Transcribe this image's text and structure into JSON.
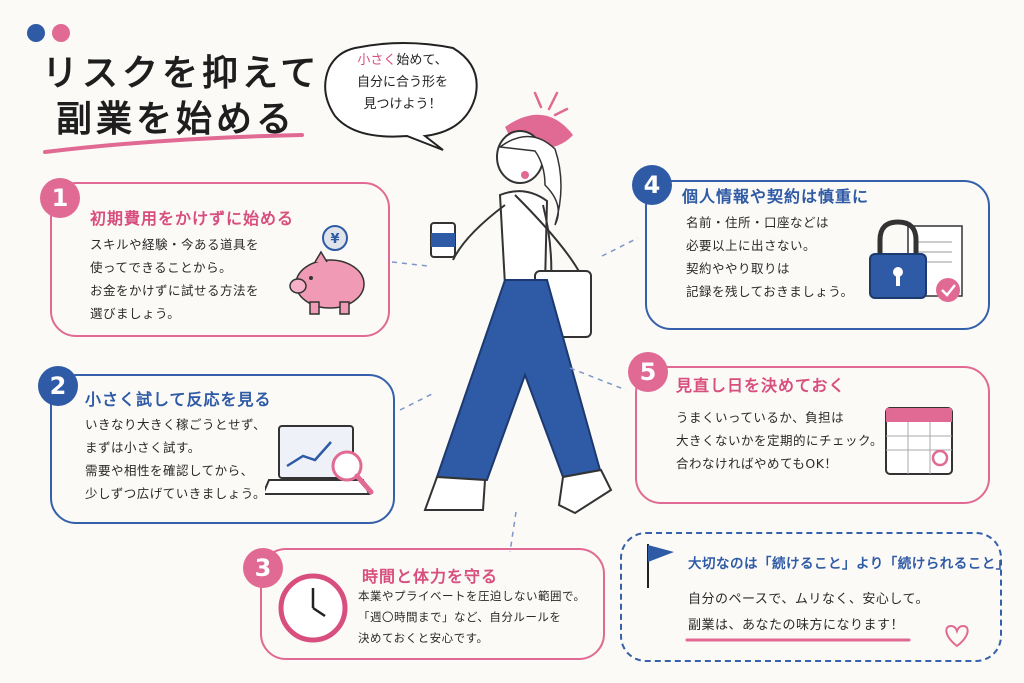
{
  "title": {
    "line1": "リスクを抑えて",
    "line2": "副業を始める"
  },
  "bubble": {
    "accent": "小さく",
    "rest1": "始めて、",
    "line2": "自分に合う形を",
    "line3": "見つけよう！"
  },
  "cards": [
    {
      "number": "1",
      "heading": "初期費用をかけずに始める",
      "lines": [
        "スキルや経験・今ある道具を",
        "使ってできることから。",
        "お金をかけずに試せる方法を",
        "選びましょう。"
      ]
    },
    {
      "number": "2",
      "heading": "小さく試して反応を見る",
      "lines": [
        "いきなり大きく稼ごうとせず、",
        "まずは小さく試す。",
        "需要や相性を確認してから、",
        "少しずつ広げていきましょう。"
      ]
    },
    {
      "number": "3",
      "heading": "時間と体力を守る",
      "lines": [
        "本業やプライベートを圧迫しない範囲で。",
        "「週〇時間まで」など、自分ルールを",
        "決めておくと安心です。"
      ]
    },
    {
      "number": "4",
      "heading": "個人情報や契約は慎重に",
      "lines": [
        "名前・住所・口座などは",
        "必要以上に出さない。",
        "契約ややり取りは",
        "記録を残しておきましょう。"
      ]
    },
    {
      "number": "5",
      "heading": "見直し日を決めておく",
      "lines": [
        "うまくいっているか、負担は",
        "大きくないかを定期的にチェック。",
        "合わなければやめてもOK！"
      ]
    }
  ],
  "summary": {
    "heading": "大切なのは「続けること」より「続けられること」",
    "line1": "自分のペースで、ムリなく、安心して。",
    "line2": "副業は、あなたの味方になります！"
  },
  "icons": {
    "coin": "yen-coin-icon",
    "clock": "clock-icon",
    "yen": "¥",
    "piggy": "piggy-bank-icon",
    "laptop": "laptop-chart-icon",
    "lock": "padlock-document-icon",
    "calendar": "calendar-icon",
    "flag": "flag-icon",
    "heart": "heart-icon"
  },
  "colors": {
    "pink": "#e06a93",
    "blue": "#2f5aa5",
    "background": "#fbfaf7"
  }
}
